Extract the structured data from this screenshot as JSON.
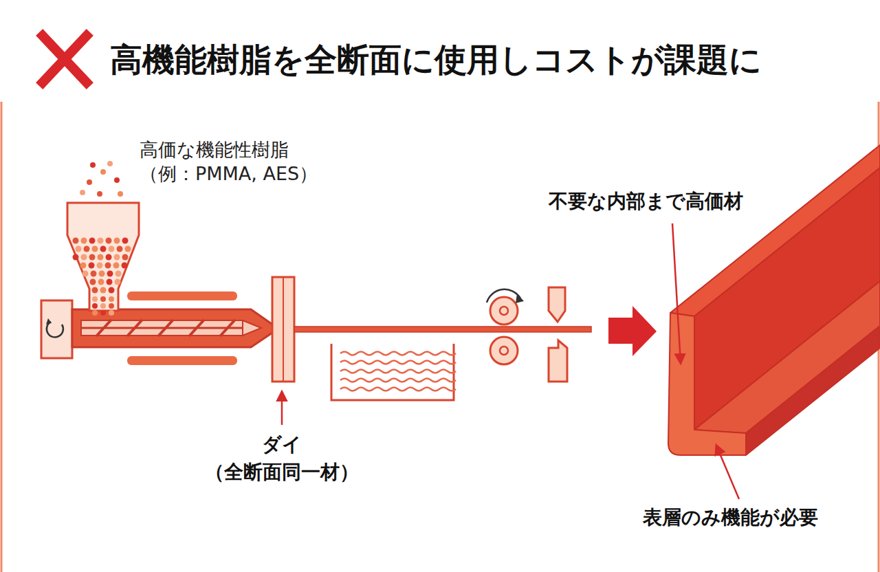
{
  "diagram": {
    "title": "高機能樹脂を全断面に使用しコストが課題に",
    "labels": [
      "高価な機能性樹脂 （例：PMMA, AES）",
      "ダイ",
      "（全断面同一材）",
      "不要な内部まで高価材",
      "表層のみ機能が必要"
    ]
  }
}
